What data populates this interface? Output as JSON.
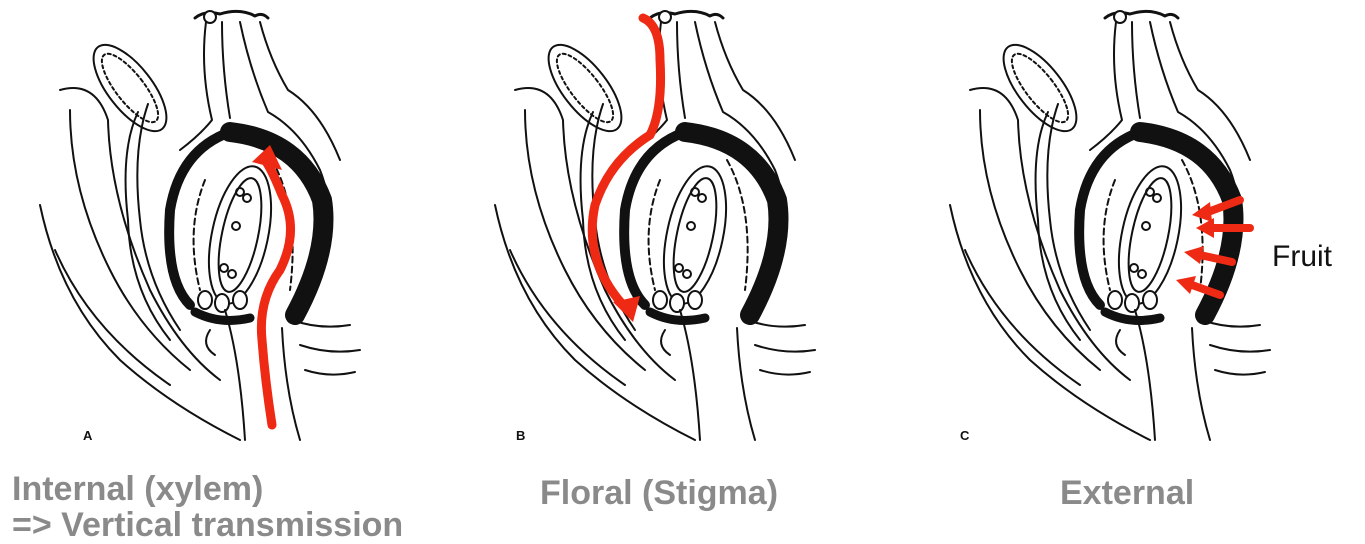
{
  "panels": [
    {
      "letter": "A",
      "caption_lines": [
        "Internal (xylem)",
        "=> Vertical transmission"
      ]
    },
    {
      "letter": "B",
      "caption_lines": [
        "Floral (Stigma)"
      ]
    },
    {
      "letter": "C",
      "caption_lines": [
        "External"
      ]
    }
  ],
  "side_label": "Fruit",
  "colors": {
    "arrow": "#ee2a14",
    "ink": "#111111",
    "caption": "#8a8a8a"
  }
}
